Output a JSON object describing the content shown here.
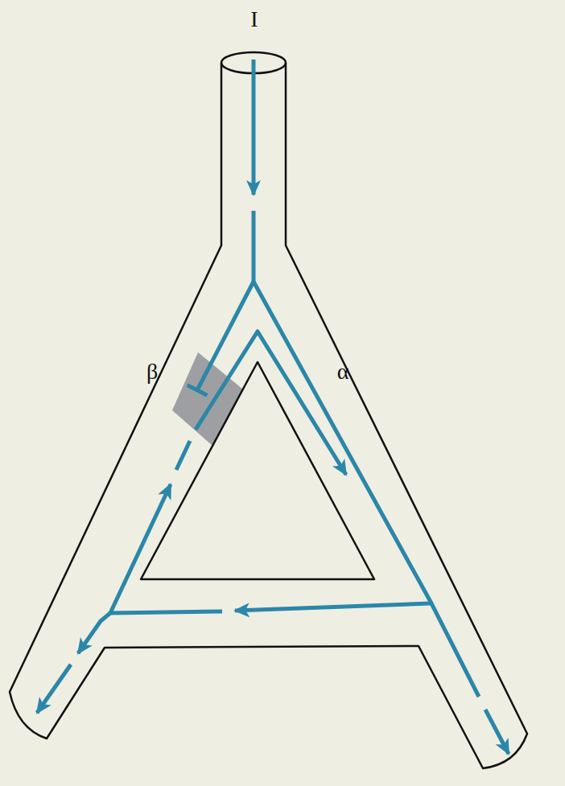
{
  "diagram": {
    "labels": [
      "I",
      "β",
      "α"
    ]
  }
}
